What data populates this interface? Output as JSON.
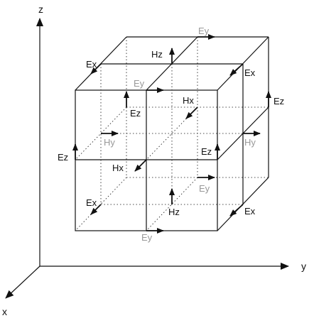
{
  "axes": {
    "z": "z",
    "y": "y",
    "x": "x"
  },
  "colors": {
    "dark": "#111111",
    "gray": "#999999"
  },
  "labels": {
    "ey_top": "Ey",
    "hz_top": "Hz",
    "ex_top_left": "Ex",
    "ex_top_right": "Ex",
    "ey_top_mid": "Ey",
    "hx_top": "Hx",
    "ez_upper": "Ez",
    "ez_right": "Ez",
    "hy_left": "Hy",
    "hy_right": "Hy",
    "ez_left": "Ez",
    "hx_center": "Hx",
    "ez_center": "Ez",
    "ey_mid_right": "Ey",
    "ex_bottom_left": "Ex",
    "hz_bottom": "Hz",
    "ex_bottom_right": "Ex",
    "ey_bottom": "Ey"
  }
}
